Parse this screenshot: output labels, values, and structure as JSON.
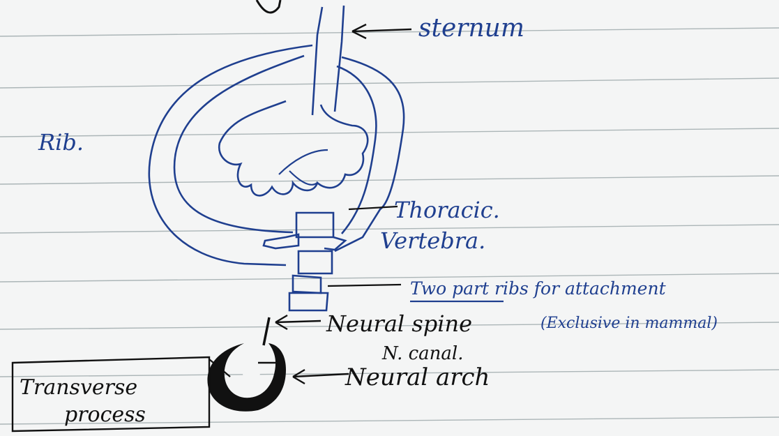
{
  "labels": {
    "sternum": "sternum",
    "rib": "Rib.",
    "thoracic_line1": "Thoracic.",
    "thoracic_line2": "Vertebra.",
    "two_part": "Two part ribs for attachment",
    "exclusive": "(Exclusive in mammal)",
    "neural_spine": "Neural spine",
    "n_canal": "N. canal.",
    "neural_arch": "Neural arch",
    "transverse_line1": "Transverse",
    "transverse_line2": "process"
  },
  "colors": {
    "ink_blue": "#1f3f8f",
    "ink_black": "#111111",
    "paper": "#f4f5f5",
    "rule_line": "#9aa6a8"
  }
}
